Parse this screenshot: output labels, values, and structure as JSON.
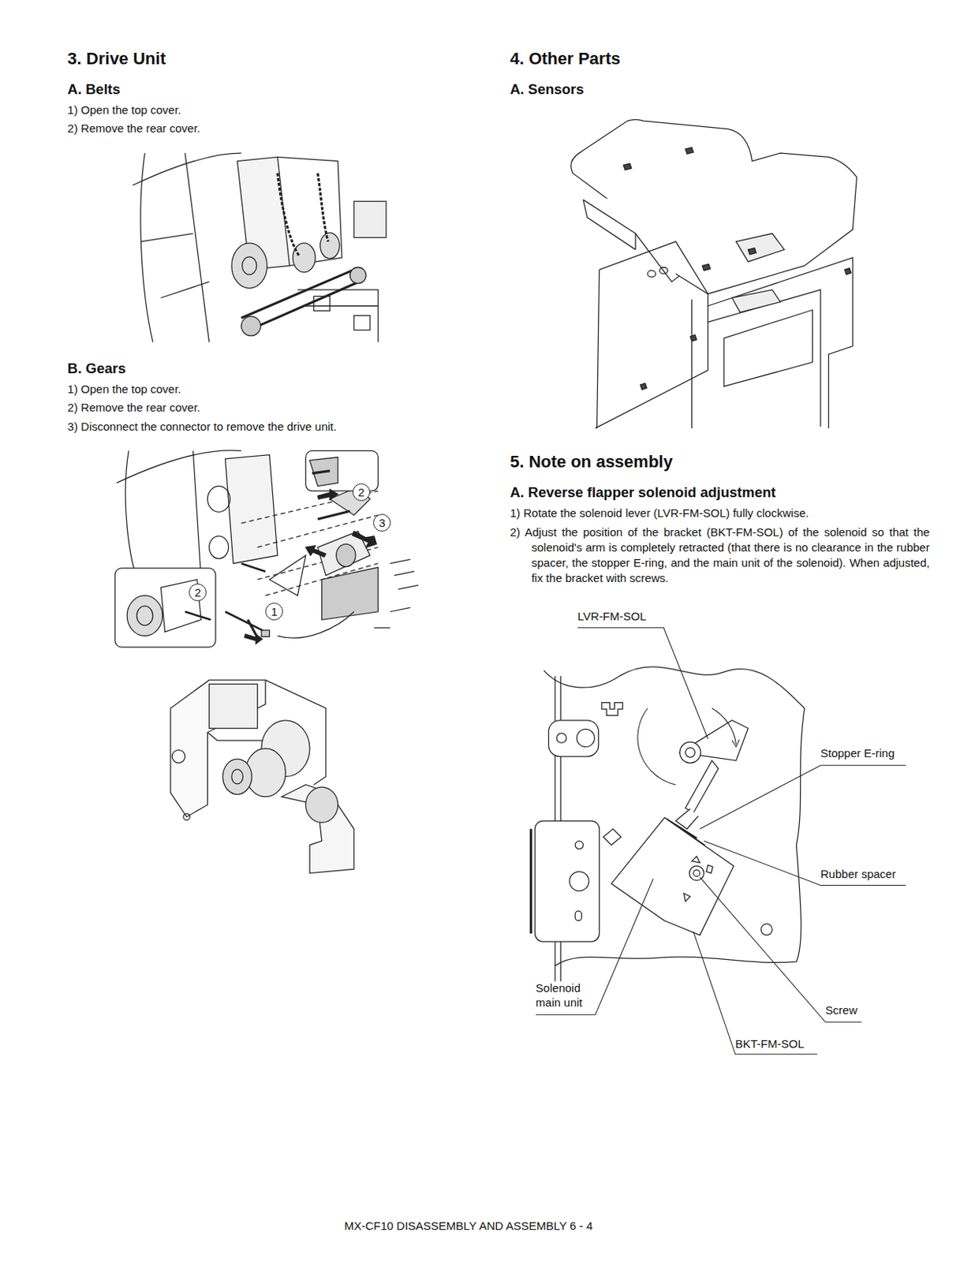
{
  "diagram": {
    "nodes": [
      {
        "text": [
          "2"
        ]
      },
      {
        "text": [
          "3"
        ]
      },
      {
        "text": [
          "2"
        ]
      },
      {
        "text": [
          "1"
        ]
      }
    ],
    "labels": [
      "3. Drive Unit",
      "A. Belts",
      "1) Open the top cover.",
      "2) Remove the rear cover.",
      "B. Gears",
      "1) Open the top cover.",
      "2) Remove the rear cover.",
      "3) Disconnect the connector to remove the drive unit.",
      "4. Other Parts",
      "A. Sensors",
      "5. Note on assembly",
      "A. Reverse flapper solenoid adjustment",
      "1) Rotate the solenoid lever (LVR-FM-SOL) fully clockwise.",
      "2) Adjust the position of the bracket (BKT-FM-SOL) of the solenoid so that the solenoid's arm is completely retracted (that there is no clearance in the rubber spacer, the stopper E-ring, and the main unit of the solenoid). When adjusted, fix the bracket with screws.",
      "LVR-FM-SOL",
      "Stopper E-ring",
      "Rubber spacer",
      "Solenoid main unit",
      "Screw",
      "BKT-FM-SOL",
      "MX-CF10 DISASSEMBLY AND ASSEMBLY 6 - 4"
    ]
  }
}
